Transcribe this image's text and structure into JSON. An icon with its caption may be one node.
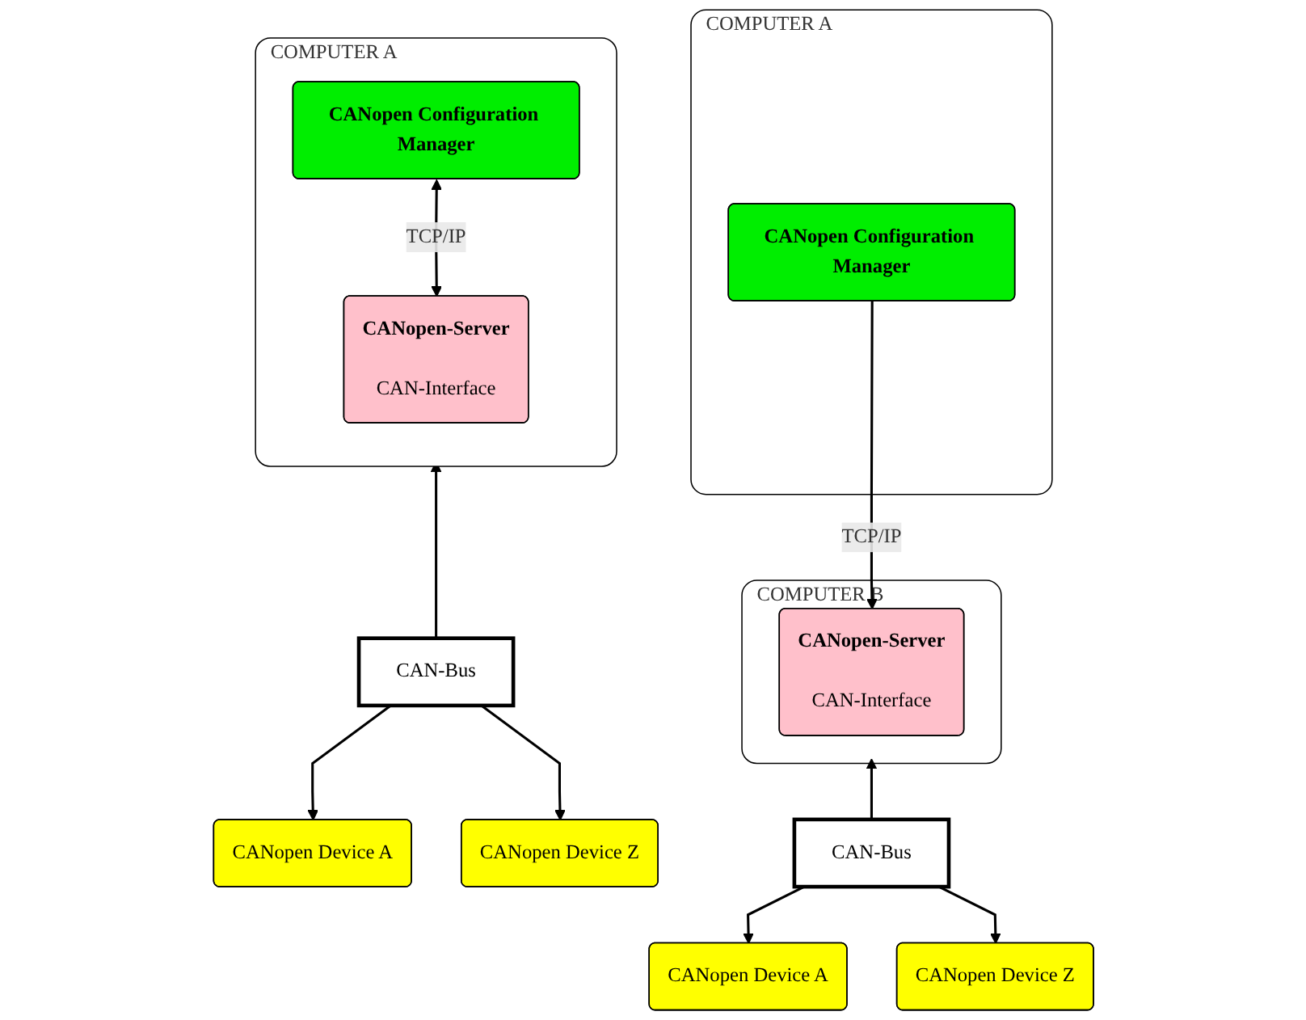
{
  "diagram": {
    "nodes": [
      {
        "text": [
          "COMPUTER A"
        ]
      },
      {
        "text": [
          "CANopen Configuration Manager"
        ],
        "in": 0
      },
      {
        "text": [
          "CANopen-Server",
          "CAN-Interface"
        ],
        "in": 0
      },
      {
        "text": [
          "CAN-Bus"
        ]
      },
      {
        "text": [
          "CANopen Device A"
        ]
      },
      {
        "text": [
          "CANopen Device Z"
        ]
      },
      {
        "text": [
          "COMPUTER A"
        ]
      },
      {
        "text": [
          "CANopen Configuration Manager"
        ],
        "in": 6
      },
      {
        "text": [
          "COMPUTER B"
        ]
      },
      {
        "text": [
          "CANopen-Server",
          "CAN-Interface"
        ],
        "in": 8
      },
      {
        "text": [
          "CAN-Bus"
        ]
      },
      {
        "text": [
          "CANopen Device A"
        ]
      },
      {
        "text": [
          "CANopen Device Z"
        ]
      }
    ],
    "edges": [
      {
        "from": 1,
        "to": 2,
        "arrow": "both",
        "label": "TCP/IP"
      },
      {
        "from": 3,
        "to": 0,
        "arrow": "to"
      },
      {
        "from": 3,
        "to": 4,
        "arrow": "to"
      },
      {
        "from": 3,
        "to": 5,
        "arrow": "to"
      },
      {
        "from": 7,
        "to": 9,
        "arrow": "to",
        "label": "TCP/IP"
      },
      {
        "from": 10,
        "to": 8,
        "arrow": "to"
      },
      {
        "from": 10,
        "to": 11,
        "arrow": "to"
      },
      {
        "from": 10,
        "to": 12,
        "arrow": "to"
      }
    ]
  }
}
